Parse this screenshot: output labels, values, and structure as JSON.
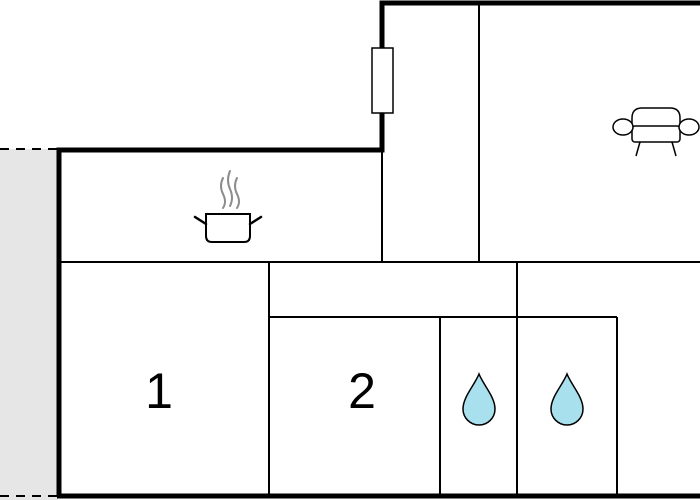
{
  "colors": {
    "wall": "#000000",
    "terrace": "#e6e6e6",
    "water_drop": "#a8e0ee",
    "steam": "#8c8c8c"
  },
  "rooms": [
    {
      "id": "bedroom-1",
      "label": "1"
    },
    {
      "id": "bedroom-2",
      "label": "2"
    }
  ],
  "icons": {
    "kitchen": "cooking-pot-icon",
    "living": "sofa-icon",
    "bathroom": "water-drop-icon",
    "window": "window-icon"
  }
}
